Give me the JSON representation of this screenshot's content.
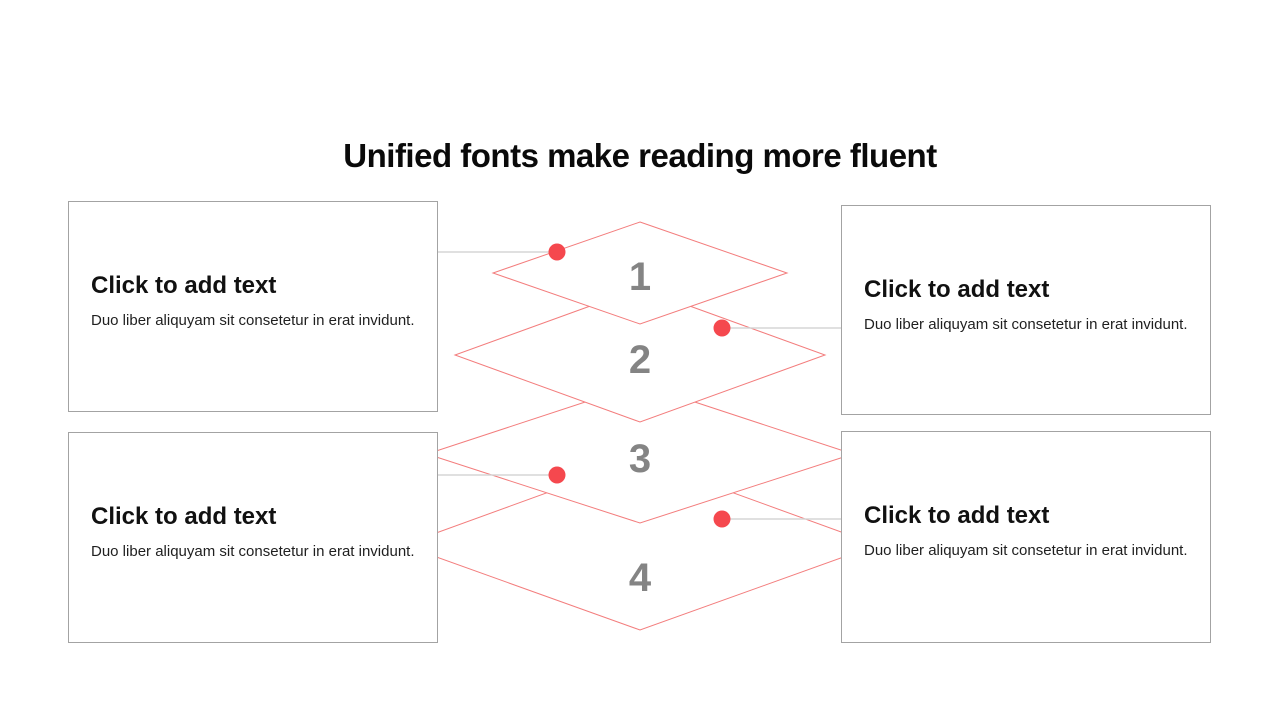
{
  "title": "Unified fonts make reading more fluent",
  "boxes": [
    {
      "heading": "Click to add text",
      "body": "Duo liber aliquyam sit consetetur in erat invidunt."
    },
    {
      "heading": "Click to add text",
      "body": "Duo liber aliquyam sit consetetur in erat invidunt."
    },
    {
      "heading": "Click to add text",
      "body": "Duo liber aliquyam sit consetetur in erat invidunt."
    },
    {
      "heading": "Click to add text",
      "body": "Duo liber aliquyam sit consetetur in erat invidunt."
    }
  ],
  "diagram": {
    "levels": [
      {
        "number": "1"
      },
      {
        "number": "2"
      },
      {
        "number": "3"
      },
      {
        "number": "4"
      }
    ]
  },
  "colors": {
    "diamond_stroke": "#f37d7d",
    "dot": "#f5484e",
    "connector_line": "#d6d6d6",
    "level_number": "#848484",
    "box_border": "#a3a3a3",
    "title_text": "#0a0a0a"
  }
}
